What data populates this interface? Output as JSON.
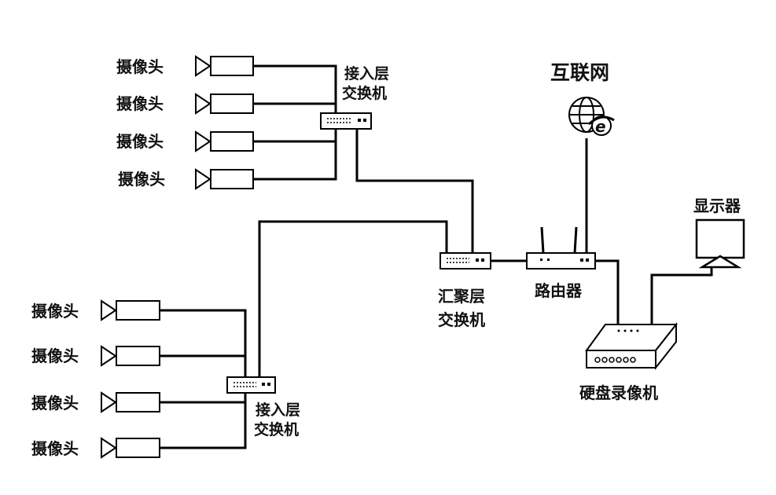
{
  "diagram": {
    "camera_label": "摄像头",
    "access_switch_top": [
      "接入层",
      "交换机"
    ],
    "access_switch_bottom": [
      "接入层",
      "交换机"
    ],
    "aggregation_switch": [
      "汇聚层",
      "交换机"
    ],
    "router": "路由器",
    "internet": "互联网",
    "monitor": "显示器",
    "nvr": "硬盘录像机"
  },
  "icons": {
    "camera": "camera-icon",
    "switch": "switch-icon",
    "router": "router-icon",
    "internet": "internet-explorer-globe-icon",
    "monitor": "monitor-icon",
    "nvr": "nvr-icon"
  }
}
